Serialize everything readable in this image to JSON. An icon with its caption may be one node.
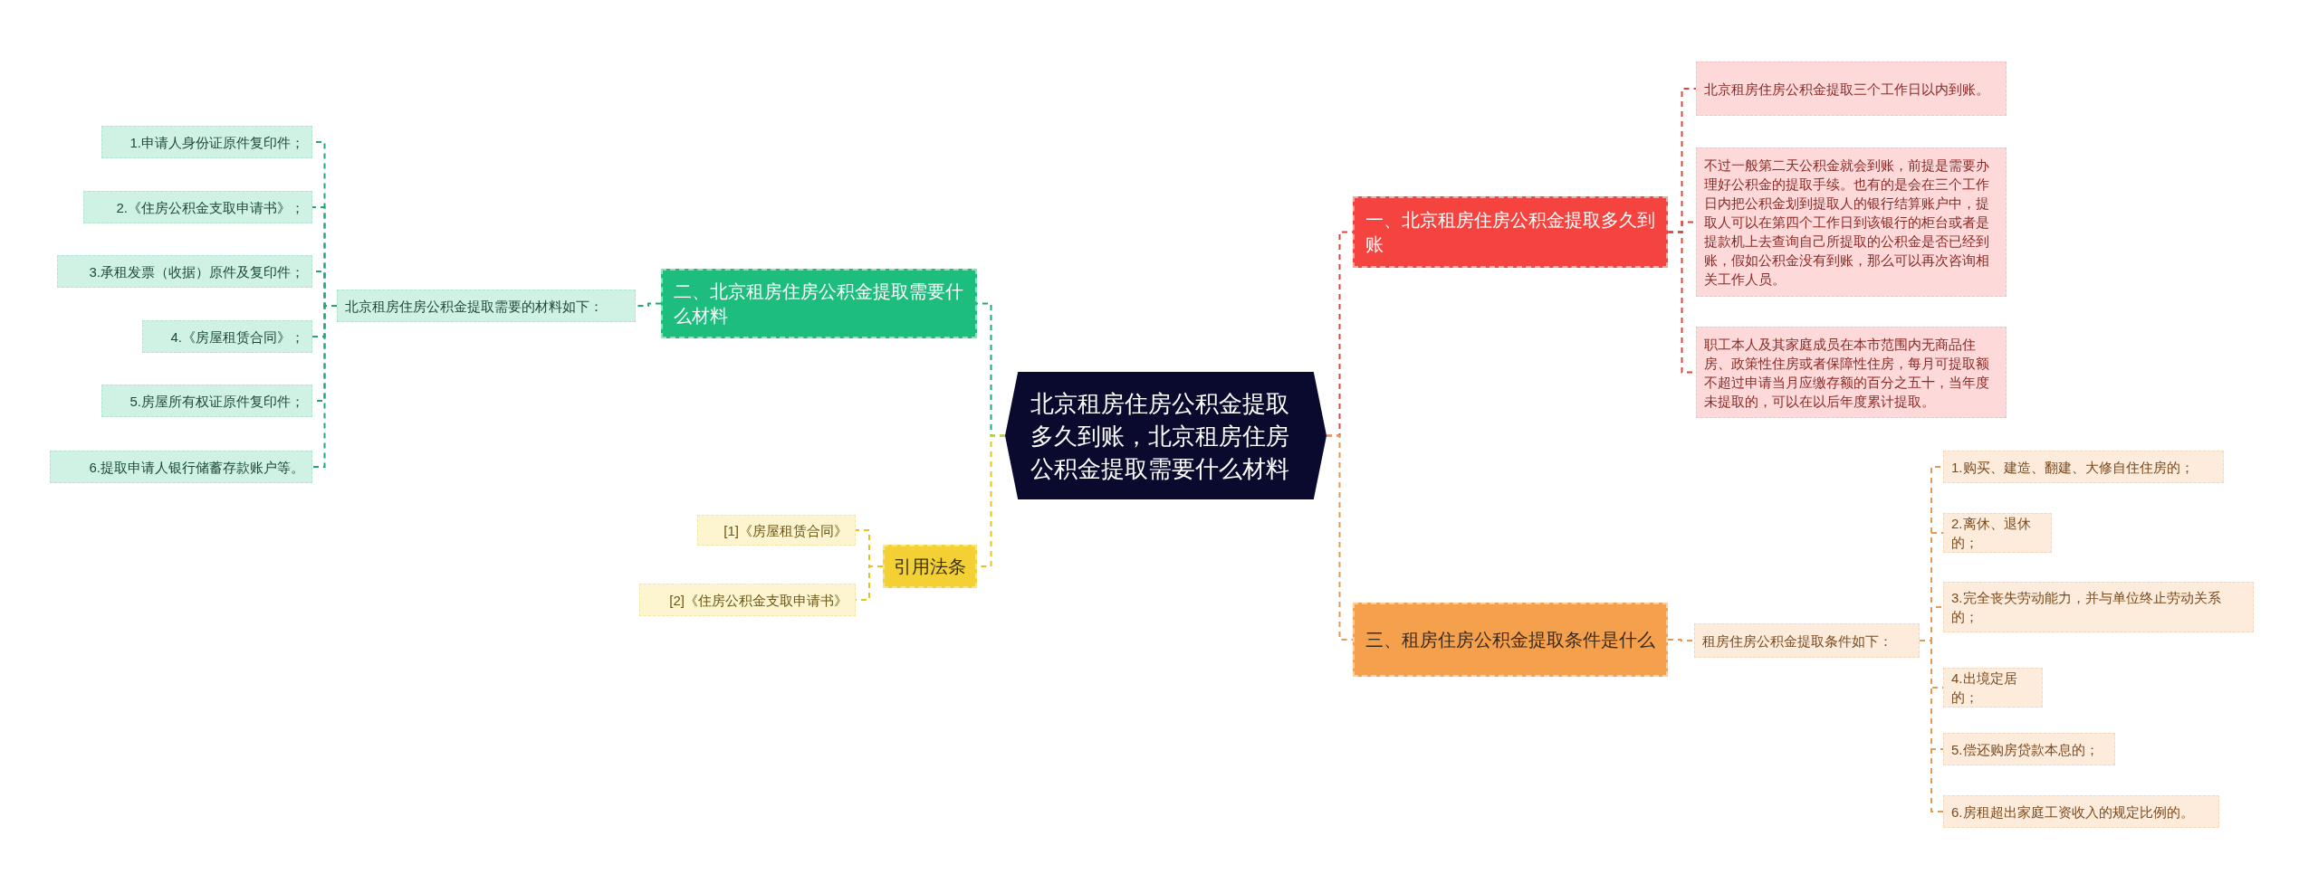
{
  "diagram": {
    "nodes": [
      {
        "text": [
          "北京租房住房公积金提取多久到账，北京租房住房公积金提取需要什么材料"
        ]
      },
      {
        "text": [
          "一、北京租房住房公积金提取多久到账"
        ]
      },
      {
        "text": [
          "北京租房住房公积金提取三个工作日以内到账。"
        ]
      },
      {
        "text": [
          "不过一般第二天公积金就会到账，前提是需要办理好公积金的提取手续。也有的是会在三个工作日内把公积金划到提取人的银行结算账户中，提取人可以在第四个工作日到该银行的柜台或者是提款机上去查询自己所提取的公积金是否已经到账，假如公积金没有到账，那么可以再次咨询相关工作人员。"
        ]
      },
      {
        "text": [
          "职工本人及其家庭成员在本市范围内无商品住房、政策性住房或者保障性住房，每月可提取额不超过申请当月应缴存额的百分之五十，当年度未提取的，可以在以后年度累计提取。"
        ]
      },
      {
        "text": [
          "三、租房住房公积金提取条件是什么"
        ]
      },
      {
        "text": [
          "租房住房公积金提取条件如下："
        ]
      },
      {
        "text": [
          "1.购买、建造、翻建、大修自住住房的；"
        ]
      },
      {
        "text": [
          "2.离休、退休的；"
        ]
      },
      {
        "text": [
          "3.完全丧失劳动能力，并与单位终止劳动关系的；"
        ]
      },
      {
        "text": [
          "4.出境定居的；"
        ]
      },
      {
        "text": [
          "5.偿还购房贷款本息的；"
        ]
      },
      {
        "text": [
          "6.房租超出家庭工资收入的规定比例的。"
        ]
      },
      {
        "text": [
          "二、北京租房住房公积金提取需要什么材料"
        ]
      },
      {
        "text": [
          "北京租房住房公积金提取需要的材料如下："
        ]
      },
      {
        "text": [
          "1.申请人身份证原件复印件；"
        ]
      },
      {
        "text": [
          "2.《住房公积金支取申请书》；"
        ]
      },
      {
        "text": [
          "3.承租发票（收据）原件及复印件；"
        ]
      },
      {
        "text": [
          "4.《房屋租赁合同》；"
        ]
      },
      {
        "text": [
          "5.房屋所有权证原件复印件；"
        ]
      },
      {
        "text": [
          "6.提取申请人银行储蓄存款账户等。"
        ]
      },
      {
        "text": [
          "引用法条"
        ]
      },
      {
        "text": [
          "[1]《房屋租赁合同》"
        ]
      },
      {
        "text": [
          "[2]《住房公积金支取申请书》"
        ]
      }
    ],
    "edges": [
      {
        "from": 0,
        "to": 1,
        "arrow": "none",
        "style": "dashed",
        "color": "#e0443f"
      },
      {
        "from": 1,
        "to": 2,
        "arrow": "none",
        "style": "dashed",
        "color": "#e0443f"
      },
      {
        "from": 1,
        "to": 3,
        "arrow": "none",
        "style": "dashed",
        "color": "#e0443f"
      },
      {
        "from": 1,
        "to": 4,
        "arrow": "none",
        "style": "dashed",
        "color": "#e0443f"
      },
      {
        "from": 0,
        "to": 5,
        "arrow": "none",
        "style": "dashed",
        "color": "#e39a55"
      },
      {
        "from": 5,
        "to": 6,
        "arrow": "none",
        "style": "dashed",
        "color": "#e39a55"
      },
      {
        "from": 6,
        "to": 7,
        "arrow": "none",
        "style": "dashed",
        "color": "#e39a55"
      },
      {
        "from": 6,
        "to": 8,
        "arrow": "none",
        "style": "dashed",
        "color": "#e39a55"
      },
      {
        "from": 6,
        "to": 9,
        "arrow": "none",
        "style": "dashed",
        "color": "#e39a55"
      },
      {
        "from": 6,
        "to": 10,
        "arrow": "none",
        "style": "dashed",
        "color": "#e39a55"
      },
      {
        "from": 6,
        "to": 11,
        "arrow": "none",
        "style": "dashed",
        "color": "#e39a55"
      },
      {
        "from": 6,
        "to": 12,
        "arrow": "none",
        "style": "dashed",
        "color": "#e39a55"
      },
      {
        "from": 0,
        "to": 13,
        "arrow": "none",
        "style": "dashed",
        "color": "#1fa971"
      },
      {
        "from": 13,
        "to": 14,
        "arrow": "none",
        "style": "dashed",
        "color": "#1fa971"
      },
      {
        "from": 14,
        "to": 15,
        "arrow": "none",
        "style": "dashed",
        "color": "#1fa971"
      },
      {
        "from": 14,
        "to": 16,
        "arrow": "none",
        "style": "dashed",
        "color": "#1fa971"
      },
      {
        "from": 14,
        "to": 17,
        "arrow": "none",
        "style": "dashed",
        "color": "#1fa971"
      },
      {
        "from": 14,
        "to": 18,
        "arrow": "none",
        "style": "dashed",
        "color": "#1fa971"
      },
      {
        "from": 14,
        "to": 19,
        "arrow": "none",
        "style": "dashed",
        "color": "#1fa971"
      },
      {
        "from": 14,
        "to": 20,
        "arrow": "none",
        "style": "dashed",
        "color": "#1fa971"
      },
      {
        "from": 0,
        "to": 21,
        "arrow": "none",
        "style": "dashed",
        "color": "#e6c420"
      },
      {
        "from": 21,
        "to": 22,
        "arrow": "none",
        "style": "dashed",
        "color": "#e6c420"
      },
      {
        "from": 21,
        "to": 23,
        "arrow": "none",
        "style": "dashed",
        "color": "#e6c420"
      }
    ]
  }
}
